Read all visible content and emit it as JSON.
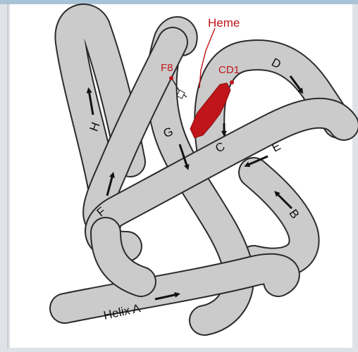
{
  "diagram": {
    "heme_label": "Heme",
    "helix_labels": {
      "A": "Helix A",
      "B": "B",
      "C": "C",
      "D": "D",
      "E": "E",
      "F": "F",
      "G": "G",
      "H": "H"
    },
    "residue_labels": {
      "f8": "F8",
      "cd1": "CD1"
    },
    "colors": {
      "tube_fill": "#cbcbcb",
      "tube_outline": "#2b2b2b",
      "heme": "#c0151a",
      "label_red": "#c0151a"
    }
  }
}
